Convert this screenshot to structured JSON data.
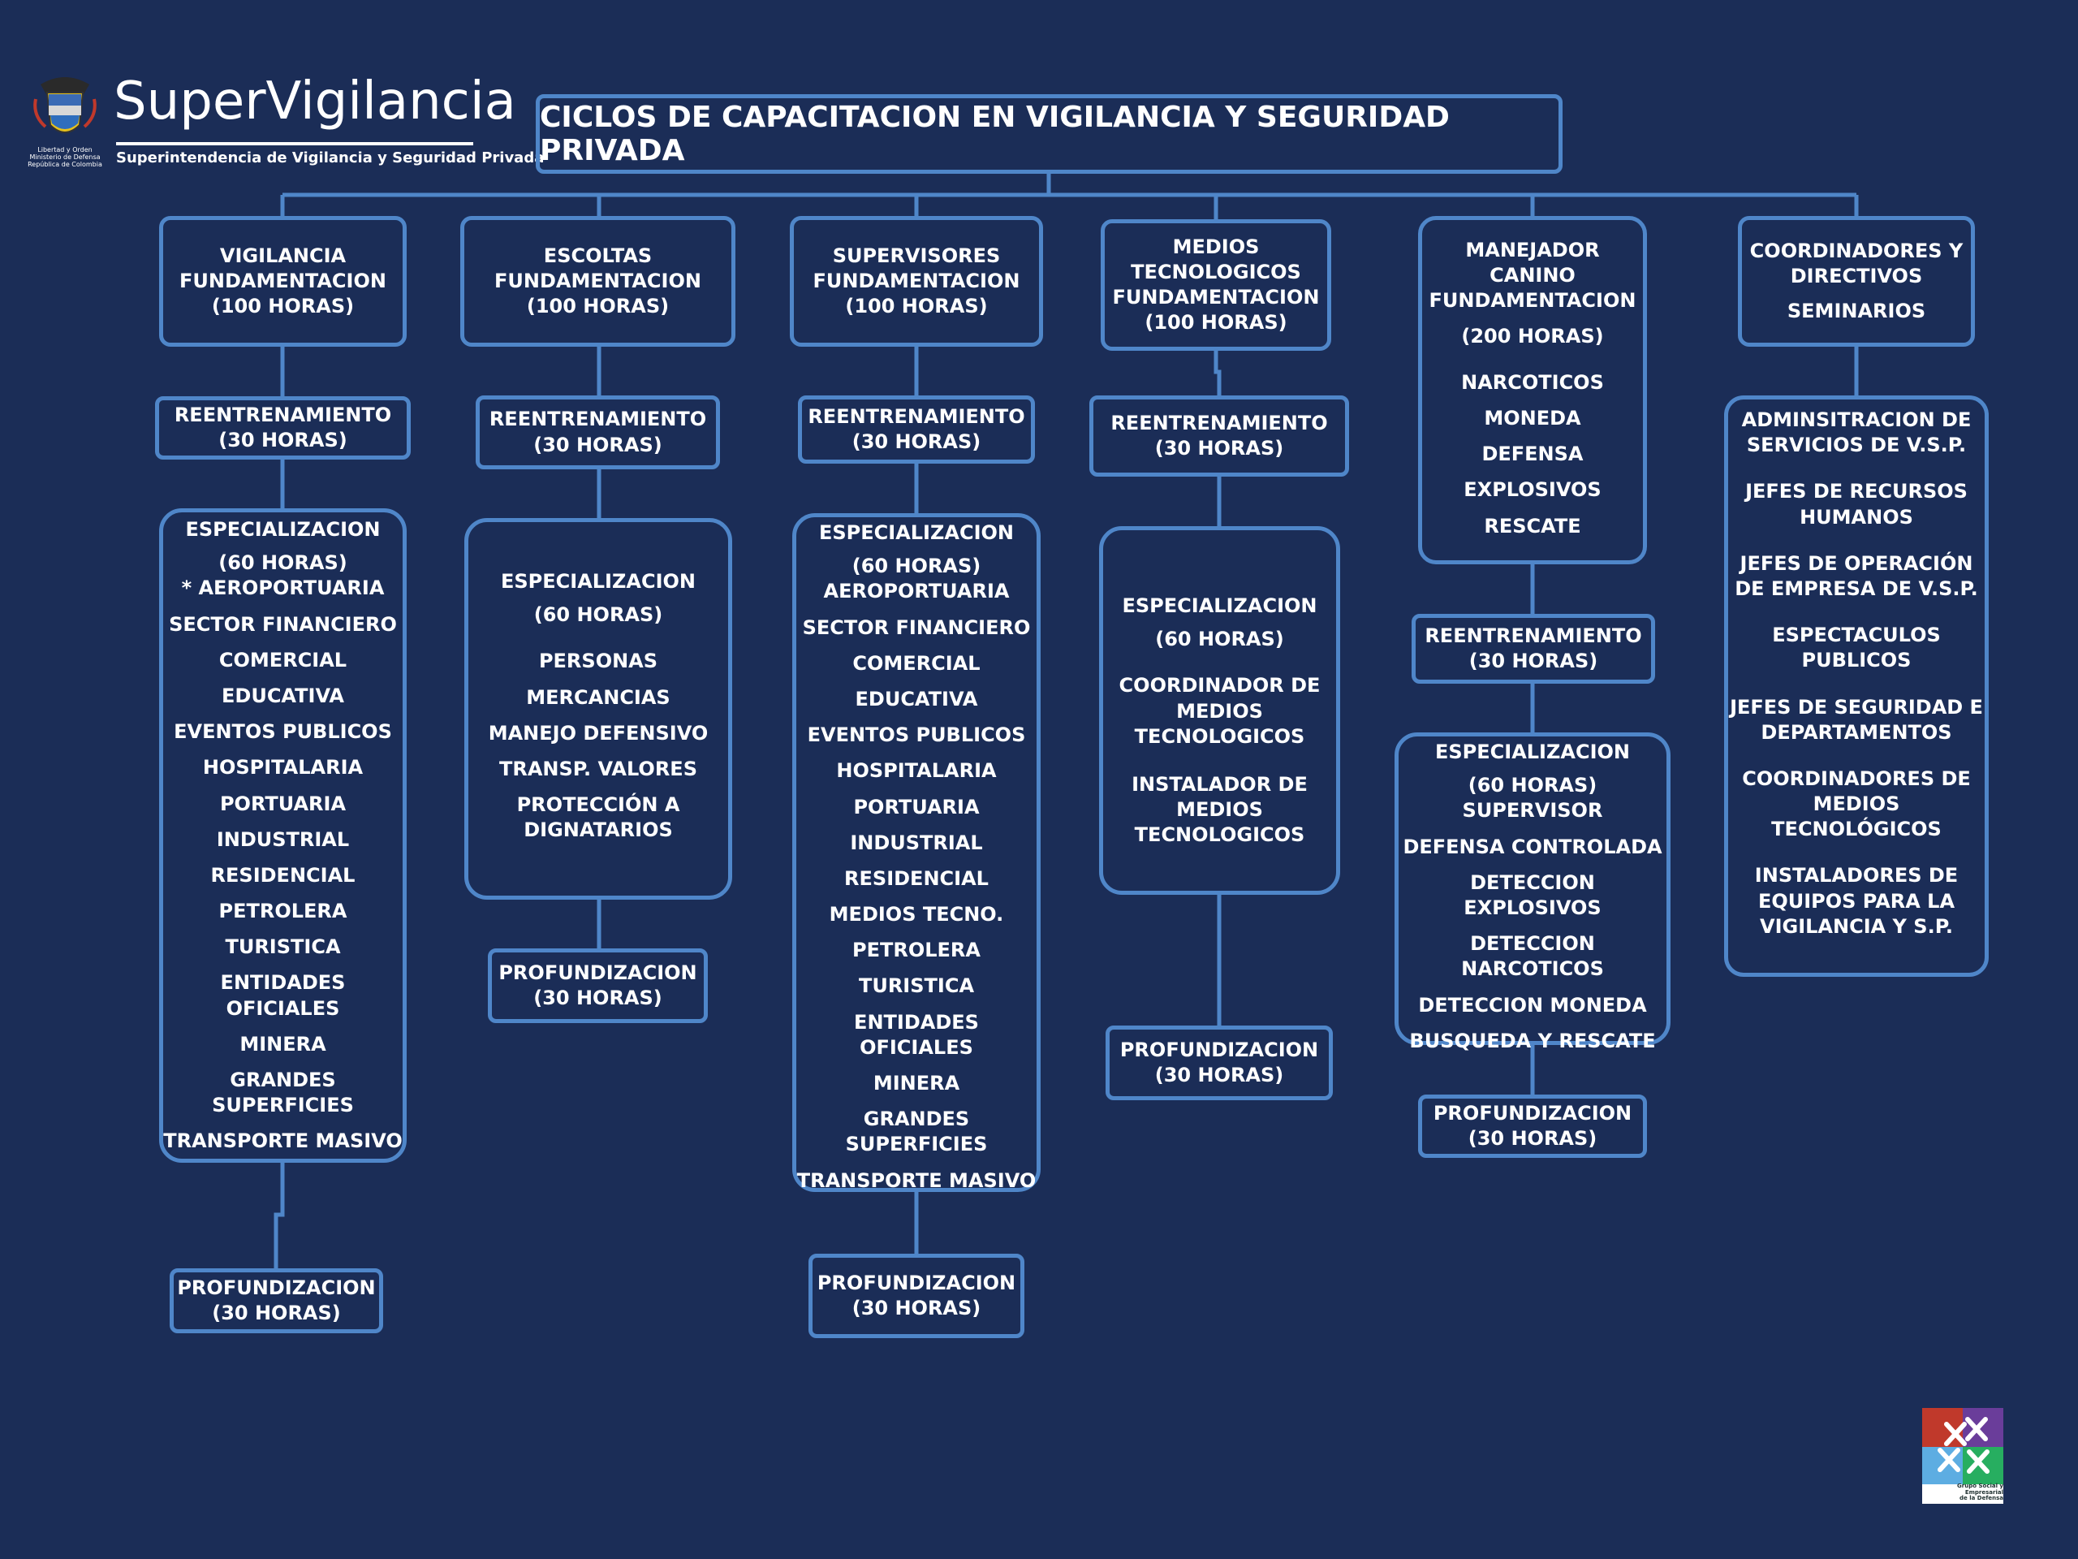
{
  "header": {
    "brand_name": "SuperVigilancia",
    "brand_subtitle": "Superintendencia de Vigilancia y Seguridad Privada",
    "crest_caption": "Libertad y Orden\nMinisterio de Defensa\nRepública de Colombia",
    "title": "CICLOS DE CAPACITACION EN VIGILANCIA Y SEGURIDAD PRIVADA"
  },
  "columns": {
    "vigilancia": {
      "fund": "VIGILANCIA\nFUNDAMENTACION\n(100 HORAS)",
      "reen": "REENTRENAMIENTO\n(30 HORAS)",
      "esp_title": "ESPECIALIZACION",
      "esp_hours": "(60 HORAS)",
      "esp_items": [
        "*  AEROPORTUARIA",
        "SECTOR FINANCIERO",
        "COMERCIAL",
        "EDUCATIVA",
        "EVENTOS PUBLICOS",
        "HOSPITALARIA",
        "PORTUARIA",
        "INDUSTRIAL",
        "RESIDENCIAL",
        "PETROLERA",
        "TURISTICA",
        "ENTIDADES OFICIALES",
        "MINERA",
        "GRANDES\nSUPERFICIES",
        "TRANSPORTE MASIVO"
      ],
      "prof": "PROFUNDIZACION\n(30 HORAS)"
    },
    "escoltas": {
      "fund": "ESCOLTAS\nFUNDAMENTACION\n(100 HORAS)",
      "reen": "REENTRENAMIENTO\n(30 HORAS)",
      "esp_title": "ESPECIALIZACION",
      "esp_hours": "(60 HORAS)",
      "esp_items": [
        "PERSONAS",
        "MERCANCIAS",
        "MANEJO DEFENSIVO",
        "TRANSP. VALORES",
        "PROTECCIÓN  A\nDIGNATARIOS"
      ],
      "prof": "PROFUNDIZACION\n(30 HORAS)"
    },
    "supervisores": {
      "fund": "SUPERVISORES\nFUNDAMENTACION\n(100 HORAS)",
      "reen": "REENTRENAMIENTO\n(30 HORAS)",
      "esp_title": "ESPECIALIZACION",
      "esp_hours": "(60 HORAS)",
      "esp_items": [
        "AEROPORTUARIA",
        "SECTOR FINANCIERO",
        "COMERCIAL",
        "EDUCATIVA",
        "EVENTOS PUBLICOS",
        "HOSPITALARIA",
        "PORTUARIA",
        "INDUSTRIAL",
        "RESIDENCIAL",
        "MEDIOS TECNO.",
        "PETROLERA",
        "TURISTICA",
        "ENTIDADES OFICIALES",
        "MINERA",
        "GRANDES\nSUPERFICIES",
        "TRANSPORTE MASIVO"
      ],
      "prof": "PROFUNDIZACION\n(30 HORAS)"
    },
    "medios": {
      "fund": "MEDIOS\nTECNOLOGICOS\nFUNDAMENTACION\n(100 HORAS)",
      "reen": "REENTRENAMIENTO\n(30  HORAS)",
      "esp_title": "ESPECIALIZACION",
      "esp_hours": "(60 HORAS)",
      "esp_items": [
        "COORDINADOR DE\nMEDIOS\nTECNOLOGICOS",
        "INSTALADOR DE\nMEDIOS\nTECNOLOGICOS"
      ],
      "prof": "PROFUNDIZACION\n(30 HORAS)"
    },
    "canino": {
      "fund": "MANEJADOR\nCANINO\nFUNDAMENTACION",
      "fund_hours": "(200 HORAS)",
      "fund_items": [
        "NARCOTICOS",
        "MONEDA",
        "DEFENSA",
        "EXPLOSIVOS",
        "RESCATE"
      ],
      "reen": "REENTRENAMIENTO\n(30 HORAS)",
      "esp_title": "ESPECIALIZACION",
      "esp_hours": "(60 HORAS)",
      "esp_items": [
        "SUPERVISOR",
        "DEFENSA CONTROLADA",
        "DETECCION EXPLOSIVOS",
        "DETECCION NARCOTICOS",
        "DETECCION MONEDA",
        "BUSQUEDA Y RESCATE"
      ],
      "prof": "PROFUNDIZACION\n(30 HORAS)"
    },
    "coordinadores": {
      "fund": "COORDINADORES Y\nDIRECTIVOS",
      "seminarios": "SEMINARIOS",
      "items": [
        "ADMINSITRACION DE\nSERVICIOS DE V.S.P.",
        "JEFES DE RECURSOS\nHUMANOS",
        "JEFES DE OPERACIÓN\nDE EMPRESA DE V.S.P.",
        "ESPECTACULOS\nPUBLICOS",
        "JEFES DE SEGURIDAD E\nDEPARTAMENTOS",
        "COORDINADORES DE\nMEDIOS\nTECNOLÓGICOS",
        "INSTALADORES DE\nEQUIPOS PARA LA\nVIGILANCIA Y S.P."
      ]
    }
  },
  "footer": {
    "corner_caption": "Grupo Social y Empresarial\nde la Defensa"
  },
  "colors": {
    "background": "#1b2d57",
    "border": "#4f86c9",
    "text": "#ffffff"
  }
}
